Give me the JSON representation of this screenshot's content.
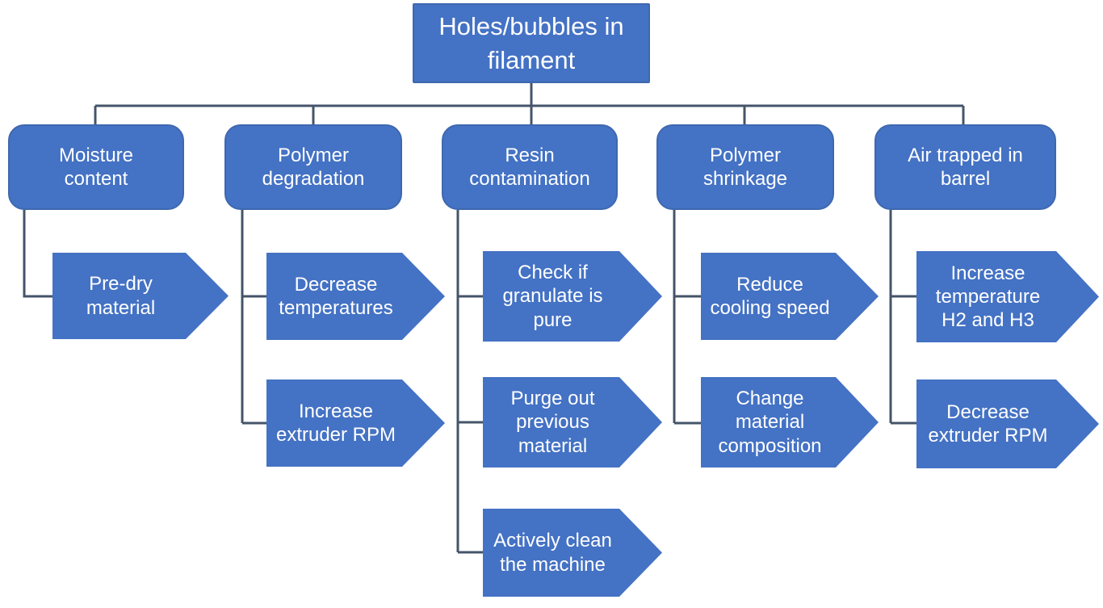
{
  "diagram": {
    "title": "Holes/bubbles in filament",
    "root": {
      "label": "Holes/bubbles in\nfilament"
    },
    "branches": [
      {
        "label": "Moisture\ncontent",
        "actions": [
          {
            "label": "Pre-dry\nmaterial"
          }
        ]
      },
      {
        "label": "Polymer\ndegradation",
        "actions": [
          {
            "label": "Decrease\ntemperatures"
          },
          {
            "label": "Increase\nextruder RPM"
          }
        ]
      },
      {
        "label": "Resin\ncontamination",
        "actions": [
          {
            "label": "Check if\ngranulate is\npure"
          },
          {
            "label": "Purge out\nprevious\nmaterial"
          },
          {
            "label": "Actively clean\nthe machine"
          }
        ]
      },
      {
        "label": "Polymer\nshrinkage",
        "actions": [
          {
            "label": "Reduce\ncooling speed"
          },
          {
            "label": "Change\nmaterial\ncomposition"
          }
        ]
      },
      {
        "label": "Air trapped in\nbarrel",
        "actions": [
          {
            "label": "Increase\ntemperature\nH2 and H3"
          },
          {
            "label": "Decrease\nextruder RPM"
          }
        ]
      }
    ],
    "colors": {
      "node_fill": "#4472C4",
      "node_border": "#3E68B0",
      "connector": "#44546A",
      "text": "#FFFFFF",
      "background": "#FFFFFF"
    }
  }
}
